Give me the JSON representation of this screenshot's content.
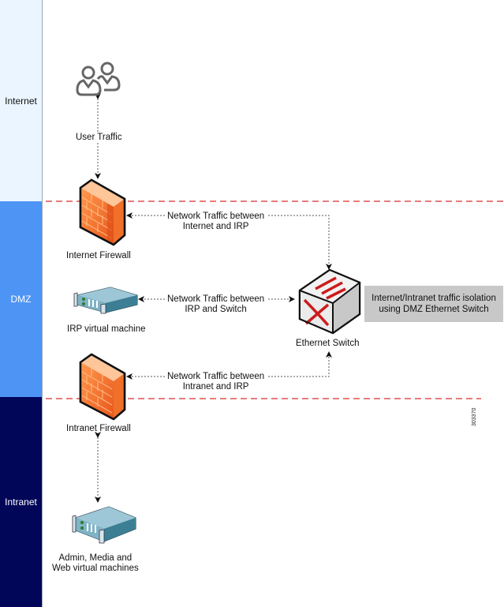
{
  "zones": [
    {
      "label": "Internet",
      "color": "#eaf5ff"
    },
    {
      "label": "DMZ",
      "color": "#4d94f5"
    },
    {
      "label": "Intranet",
      "color": "#020659"
    }
  ],
  "nodes": {
    "users": {
      "label": ""
    },
    "internet_firewall": {
      "label": "Internet Firewall"
    },
    "irp_vm": {
      "label": "IRP virtual machine"
    },
    "ethernet_switch": {
      "label": "Ethernet Switch"
    },
    "intranet_firewall": {
      "label": "Intranet Firewall"
    },
    "internal_vms": {
      "line1": "Admin, Media and",
      "line2": "Web virtual machines"
    }
  },
  "connections": {
    "user_traffic": {
      "label": "User Traffic"
    },
    "internet_irp": {
      "line1": "Network Traffic between",
      "line2": "Internet and IRP"
    },
    "irp_switch": {
      "line1": "Network Traffic between",
      "line2": "IRP and Switch"
    },
    "intranet_irp": {
      "line1": "Network Traffic between",
      "line2": "Intranet and IRP"
    }
  },
  "note": {
    "line1": "Internet/Intranet traffic isolation",
    "line2": "using DMZ Ethernet Switch"
  },
  "figure_id": "303370",
  "colors": {
    "boundary_line": "#e05050",
    "note_bg": "#c8c8c8"
  }
}
